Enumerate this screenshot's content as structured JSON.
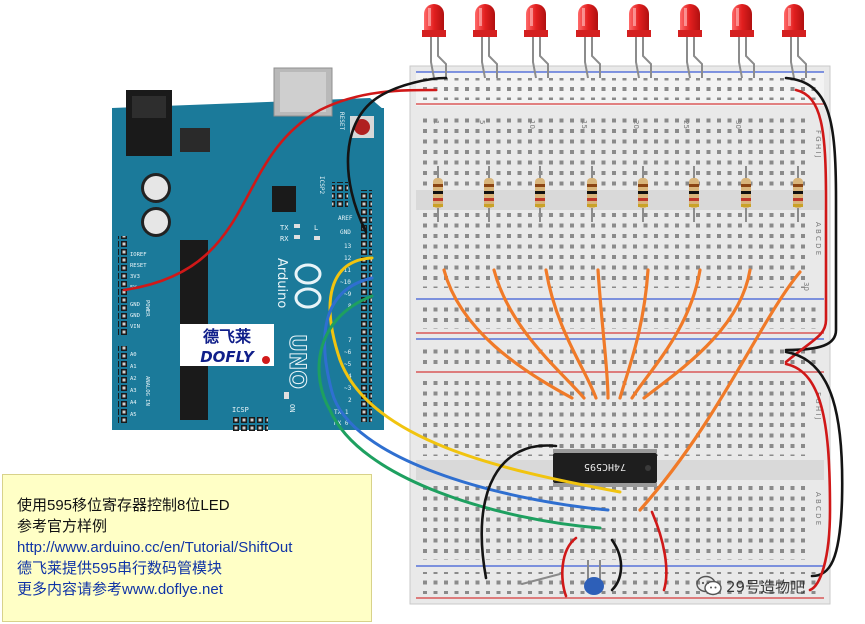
{
  "labels": {
    "brand_cn": "德飞莱",
    "brand_en": "DOFLY",
    "arduino": "Arduino",
    "uno": "UNO",
    "chip": "74HC595",
    "icsp": "ICSP",
    "icsp2": "ICSP2",
    "reset": "RESET",
    "aref": "AREF",
    "gnd": "GND",
    "tx": "TX",
    "rx": "RX",
    "led_l": "L",
    "on": "ON",
    "pin13": "13",
    "pin12": "12",
    "pin11": "~11",
    "pin10": "~10",
    "pin9": "~9",
    "pin8": "8",
    "pin7": "7",
    "pin6": "~6",
    "pin5": "~5",
    "pin4": "4",
    "pin3": "~3",
    "pin2": "2",
    "pin1": "TX 1",
    "pin0": "RX 0",
    "ioref": "IOREF",
    "reset2": "RESET",
    "v33": "3V3",
    "v5": "5V",
    "gnd1": "GND",
    "gnd2": "GND",
    "vin": "VIN",
    "power": "POWER",
    "a0": "A0",
    "a1": "A1",
    "a2": "A2",
    "a3": "A3",
    "a4": "A4",
    "a5": "A5",
    "analog_in": "ANALOG IN",
    "bb_1": "1",
    "bb_5": "5",
    "bb_10": "10",
    "bb_15": "15",
    "bb_20": "20",
    "bb_25": "25",
    "bb_30": "30",
    "bb_fghij": "F G H I J",
    "bb_abcde": "A B C D E"
  },
  "note": {
    "line1": "使用595移位寄存器控制8位LED",
    "line2": "参考官方样例",
    "line3": "http://www.arduino.cc/en/Tutorial/ShiftOut",
    "line4": "德飞莱提供595串行数码管模块",
    "line5": "更多内容请参考www.doflye.net"
  },
  "watermark": {
    "text": "29号造物吧"
  },
  "colors": {
    "arduino_board": "#1b7a9a",
    "led": "#e83030",
    "wire_orange": "#f07a28",
    "wire_red": "#d01818",
    "wire_black": "#141414",
    "wire_yellow": "#f1c40f",
    "wire_blue": "#2f6fd0",
    "wire_green": "#1ea060",
    "note_bg": "#ffffc6"
  }
}
